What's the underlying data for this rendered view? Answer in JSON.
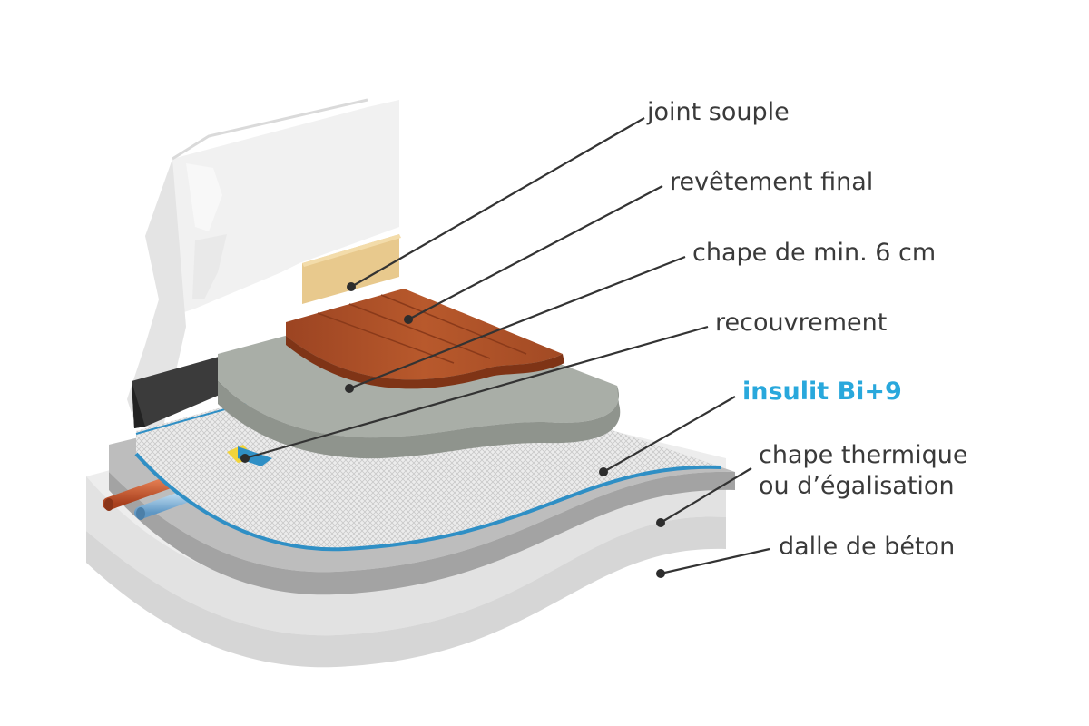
{
  "labels": {
    "joint_souple": "joint souple",
    "revetement_final": "revêtement final",
    "chape_min": "chape de min. 6 cm",
    "recouvrement": "recouvrement",
    "insulit": "insulit Bi+9",
    "chape_thermique_line1": "chape thermique",
    "chape_thermique_line2": "ou d’égalisation",
    "dalle": "dalle de béton"
  },
  "colors": {
    "highlight": "#29a8dc",
    "text": "#3a3a3a",
    "wood": "#b5552a",
    "screed": "#a9aea7",
    "mesh": "#e9e9e9",
    "membrane_edge": "#2f8fc5",
    "slab": "#ebebeb",
    "pipe_hot": "#c8552e",
    "pipe_cold": "#7fb3d8"
  }
}
